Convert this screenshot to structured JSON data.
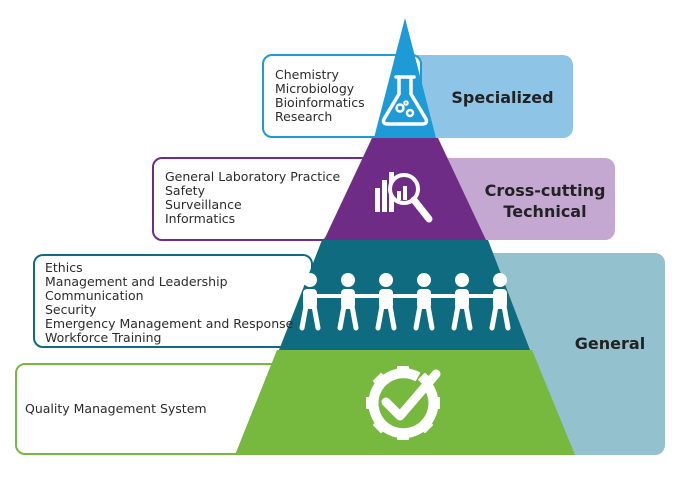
{
  "tiers": [
    {
      "id": "specialized",
      "label": "Specialized",
      "icon": "flask-icon",
      "items": [
        "Chemistry",
        "Microbiology",
        "Bioinformatics",
        "Research"
      ],
      "colors": {
        "tier": "#1e9ad6",
        "tag": "#8ec5e6",
        "border": "#1e9ad6"
      }
    },
    {
      "id": "cross-cutting",
      "label_lines": [
        "Cross-cutting",
        "Technical"
      ],
      "icon": "magnifier-chart-icon",
      "items": [
        "General Laboratory Practice",
        "Safety",
        "Surveillance",
        "Informatics"
      ],
      "colors": {
        "tier": "#6f2c86",
        "tag": "#c5a8d2",
        "border": "#6f2c86"
      }
    },
    {
      "id": "general-upper",
      "icon": "people-chain-icon",
      "items": [
        "Ethics",
        "Management and Leadership",
        "Communication",
        "Security",
        "Emergency Management and Response",
        "Workforce Training"
      ],
      "colors": {
        "tier": "#0e6b80",
        "border": "#0e6b80"
      }
    },
    {
      "id": "general-base",
      "icon": "gear-check-icon",
      "items": [
        "Quality Management System"
      ],
      "colors": {
        "tier": "#77b83f",
        "border": "#77b83f"
      }
    }
  ],
  "general_tag": {
    "label": "General",
    "color": "#93c1cd"
  }
}
